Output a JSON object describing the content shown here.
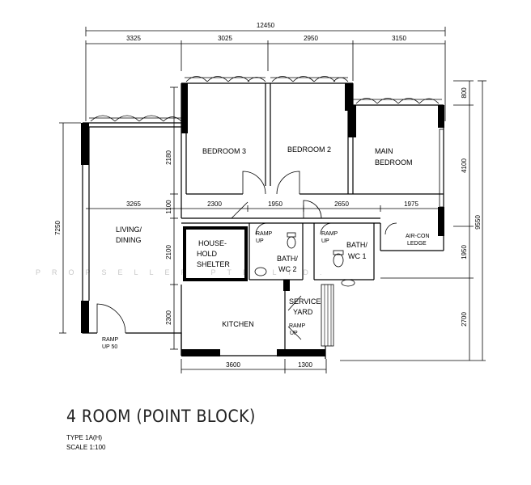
{
  "title": "4 ROOM (POINT BLOCK)",
  "type_label": "TYPE 1A(H)",
  "scale_label": "SCALE 1:100",
  "watermark": "PROPSELLER PTE LTD.",
  "dimensions": {
    "overall_width": "12450",
    "top": [
      "3325",
      "3025",
      "2950",
      "3150"
    ],
    "upper_interior": [
      "3265",
      "2300",
      "1950",
      "2650",
      "1975"
    ],
    "bottom": [
      "3600",
      "1300"
    ],
    "left_total": "7250",
    "left_segments": [
      "2180",
      "1100",
      "2100",
      "2300"
    ],
    "right_segments": [
      "800",
      "4100",
      "1950",
      "2700"
    ],
    "right_total": "9550"
  },
  "rooms": {
    "bedroom3": "BEDROOM 3",
    "bedroom2": "BEDROOM 2",
    "main_bedroom_1": "MAIN",
    "main_bedroom_2": "BEDROOM",
    "living_1": "LIVING/",
    "living_2": "DINING",
    "shelter_1": "HOUSE-",
    "shelter_2": "HOLD",
    "shelter_3": "SHELTER",
    "kitchen": "KITCHEN",
    "service_1": "SERVICE",
    "service_2": "YARD",
    "bath2_1": "BATH/",
    "bath2_2": "WC 2",
    "bath1_1": "BATH/",
    "bath1_2": "WC 1",
    "aircon_1": "AIR-CON",
    "aircon_2": "LEDGE"
  },
  "ramps": {
    "ramp_up_50_1": "RAMP",
    "ramp_up_50_2": "UP 50",
    "ramp_up": "RAMP",
    "up": "UP"
  }
}
